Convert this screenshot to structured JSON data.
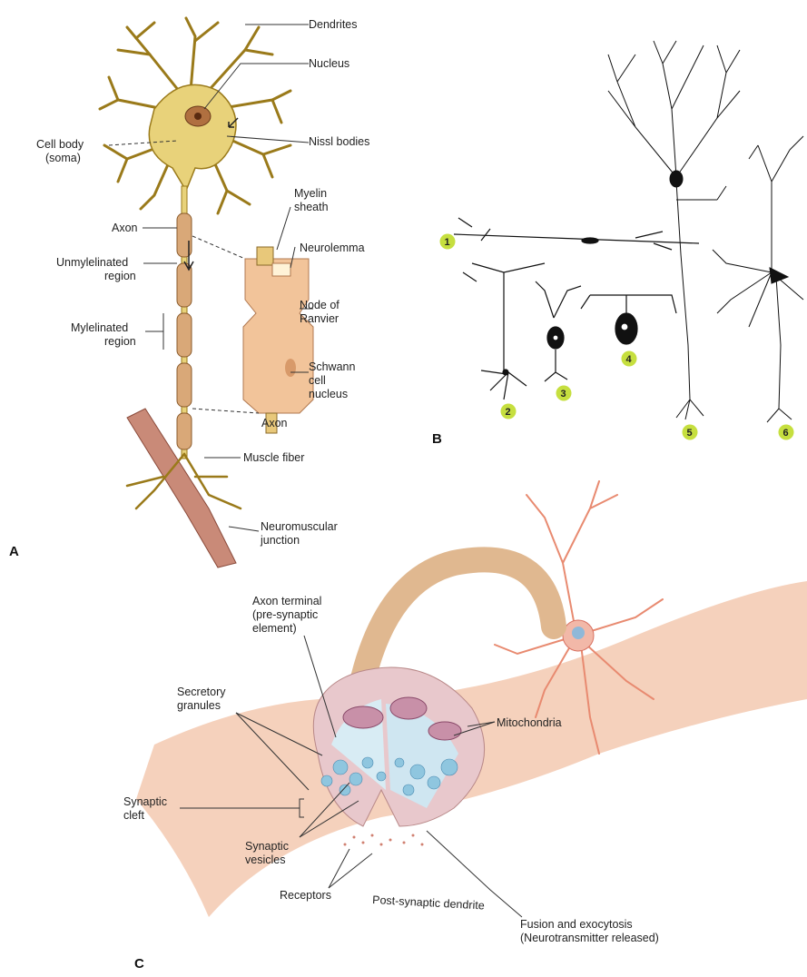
{
  "panels": {
    "a": "A",
    "b": "B",
    "c": "C"
  },
  "panel_a": {
    "dendrites": "Dendrites",
    "nucleus": "Nucleus",
    "cell_body_1": "Cell body",
    "cell_body_2": "(soma)",
    "nissl": "Nissl bodies",
    "axon": "Axon",
    "unmyel_1": "Unmylelinated",
    "unmyel_2": "region",
    "myel_1": "Mylelinated",
    "myel_2": "region",
    "myelin_1": "Myelin",
    "myelin_2": "sheath",
    "neurolemma": "Neurolemma",
    "node_1": "Node of",
    "node_2": "Ranvier",
    "schwann_1": "Schwann",
    "schwann_2": "cell",
    "schwann_3": "nucleus",
    "axon_inset": "Axon",
    "muscle_fiber": "Muscle fiber",
    "nmj_1": "Neuromuscular",
    "nmj_2": "junction"
  },
  "panel_b": {
    "numbers": [
      "1",
      "2",
      "3",
      "4",
      "5",
      "6"
    ]
  },
  "panel_c": {
    "axon_terminal_1": "Axon terminal",
    "axon_terminal_2": "(pre-synaptic",
    "axon_terminal_3": "element)",
    "secretory_1": "Secretory",
    "secretory_2": "granules",
    "mitochondria": "Mitochondria",
    "cleft_1": "Synaptic",
    "cleft_2": "cleft",
    "vesicles_1": "Synaptic",
    "vesicles_2": "vesicles",
    "receptors": "Receptors",
    "post_dendrite": "Post-synaptic dendrite",
    "fusion_1": "Fusion and exocytosis",
    "fusion_2": "(Neurotransmitter released)"
  },
  "colors": {
    "neuron_yellow": "#e8d27a",
    "neuron_outline": "#9a7a1a",
    "myelin_tan": "#d9a878",
    "muscle": "#c98a78",
    "badge_green": "#c6df3f",
    "tissue_pink": "#f3c9b0",
    "vesicle_blue": "#8fc6df"
  }
}
